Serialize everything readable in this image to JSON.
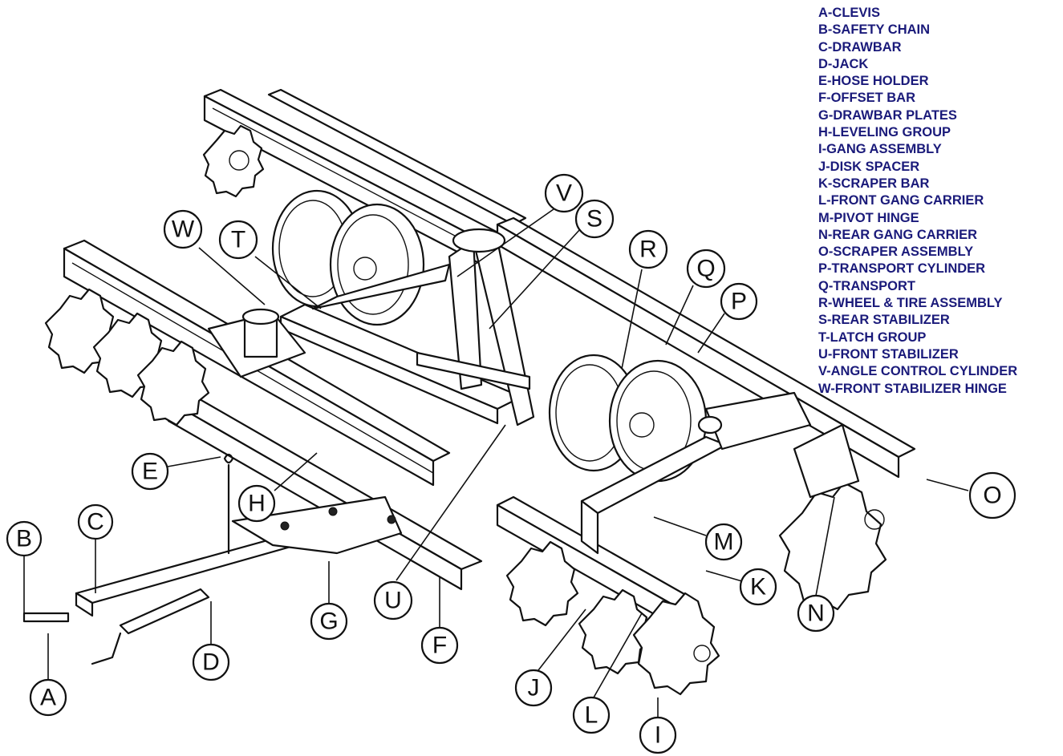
{
  "legend": [
    "A-CLEVIS",
    "B-SAFETY CHAIN",
    "C-DRAWBAR",
    "D-JACK",
    "E-HOSE HOLDER",
    "F-OFFSET BAR",
    "G-DRAWBAR PLATES",
    "H-LEVELING GROUP",
    "I-GANG ASSEMBLY",
    "J-DISK SPACER",
    "K-SCRAPER BAR",
    "L-FRONT GANG CARRIER",
    "M-PIVOT HINGE",
    "N-REAR GANG CARRIER",
    "O-SCRAPER ASSEMBLY",
    "P-TRANSPORT CYLINDER",
    "Q-TRANSPORT",
    "R-WHEEL & TIRE ASSEMBLY",
    "S-REAR STABILIZER",
    "T-LATCH GROUP",
    "U-FRONT STABILIZER",
    "V-ANGLE CONTROL CYLINDER",
    "W-FRONT STABILIZER HINGE"
  ],
  "callouts": [
    "A",
    "B",
    "C",
    "D",
    "E",
    "F",
    "G",
    "H",
    "I",
    "J",
    "K",
    "L",
    "M",
    "N",
    "O",
    "P",
    "Q",
    "R",
    "S",
    "T",
    "U",
    "V",
    "W"
  ],
  "colors": {
    "legend_text": "#1a1a7a",
    "line": "#111111",
    "background": "#ffffff"
  }
}
